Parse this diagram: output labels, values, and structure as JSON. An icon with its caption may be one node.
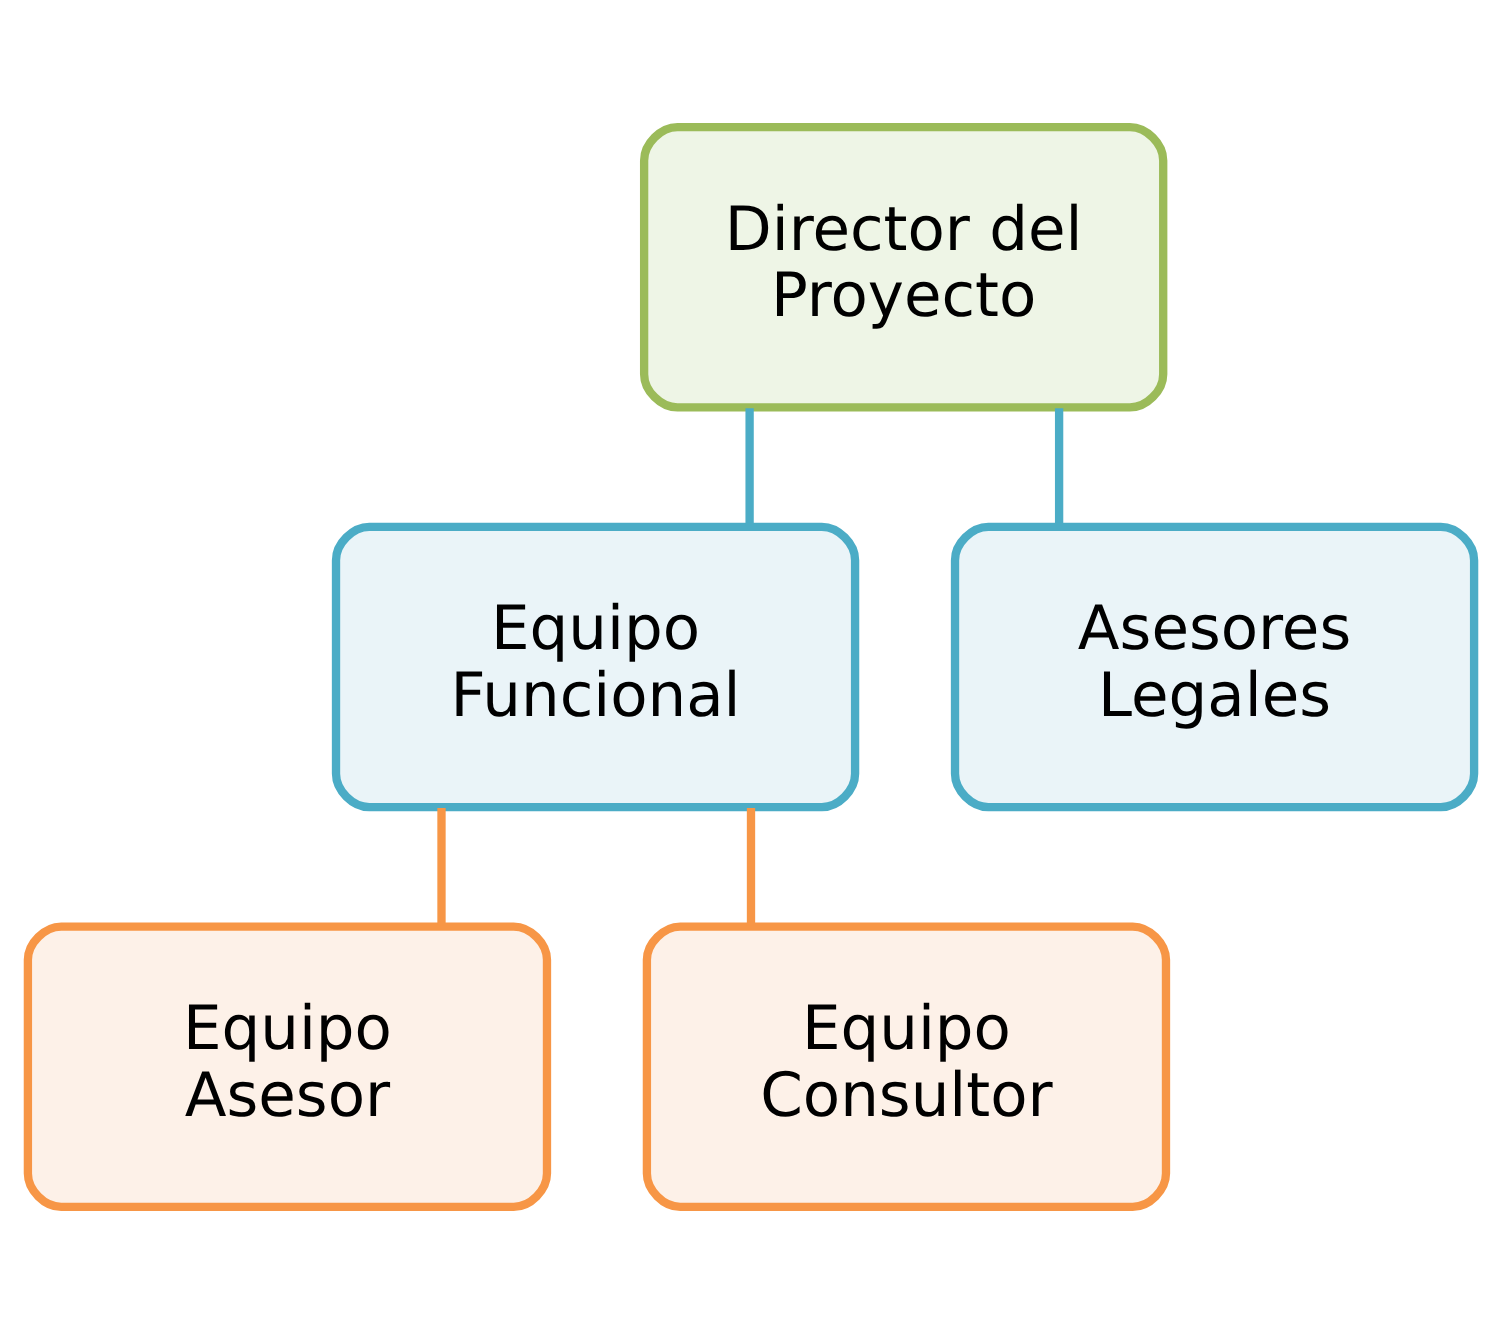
{
  "diagram": {
    "nodes": [
      {
        "text": [
          "Director del Proyecto"
        ]
      },
      {
        "text": [
          "Equipo Funcional"
        ]
      },
      {
        "text": [
          "Asesores Legales"
        ]
      },
      {
        "text": [
          "Equipo Asesor"
        ]
      },
      {
        "text": [
          "Equipo Consultor"
        ]
      }
    ],
    "edges": [
      {
        "from": 0,
        "to": 1,
        "arrow": "none",
        "color": "#4bacc6"
      },
      {
        "from": 0,
        "to": 2,
        "arrow": "none",
        "color": "#4bacc6"
      },
      {
        "from": 1,
        "to": 3,
        "arrow": "none",
        "color": "#f79646"
      },
      {
        "from": 1,
        "to": 4,
        "arrow": "none",
        "color": "#f79646"
      }
    ]
  }
}
